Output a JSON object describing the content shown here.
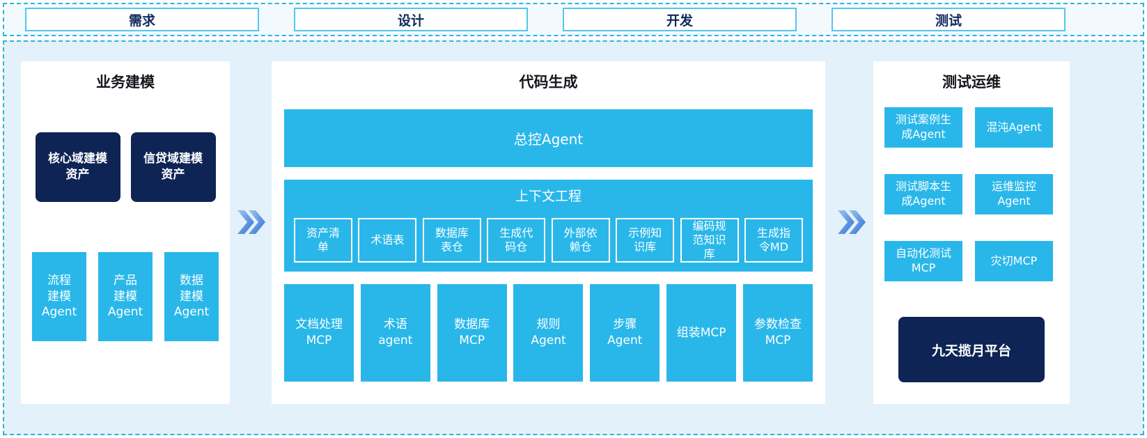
{
  "colors": {
    "cyan": "#29b7ea",
    "navy": "#0e2455",
    "area_bg": "#e3f1fa",
    "dashed_border": "#2ab5d9",
    "phase_border": "#55c4ee",
    "arrow_light": "#9fc6f1",
    "arrow_dark": "#2f6fd2"
  },
  "phases": [
    {
      "label": "需求"
    },
    {
      "label": "设计"
    },
    {
      "label": "开发"
    },
    {
      "label": "测试"
    }
  ],
  "business": {
    "title": "业务建模",
    "assets": [
      {
        "label": "核心域建模资产"
      },
      {
        "label": "信贷域建模资产"
      }
    ],
    "agents": [
      {
        "label": "流程建模Agent"
      },
      {
        "label": "产品建模Agent"
      },
      {
        "label": "数据建模Agent"
      }
    ]
  },
  "codegen": {
    "title": "代码生成",
    "master_agent": "总控Agent",
    "context": {
      "title": "上下文工程",
      "items": [
        {
          "label": "资产清单"
        },
        {
          "label": "术语表"
        },
        {
          "label": "数据库表仓"
        },
        {
          "label": "生成代码仓"
        },
        {
          "label": "外部依赖仓"
        },
        {
          "label": "示例知识库"
        },
        {
          "label": "编码规范知识库"
        },
        {
          "label": "生成指令MD"
        }
      ]
    },
    "tools": [
      {
        "label": "文档处理MCP"
      },
      {
        "label": "术语agent"
      },
      {
        "label": "数据库MCP"
      },
      {
        "label": "规则Agent"
      },
      {
        "label": "步骤Agent"
      },
      {
        "label": "组装MCP"
      },
      {
        "label": "参数检查MCP"
      }
    ]
  },
  "testops": {
    "title": "测试运维",
    "cells": [
      {
        "label": "测试案例生成Agent"
      },
      {
        "label": "混沌Agent"
      },
      {
        "label": "测试脚本生成Agent"
      },
      {
        "label": "运维监控Agent"
      },
      {
        "label": "自动化测试MCP"
      },
      {
        "label": "灾切MCP"
      }
    ],
    "platform": "九天揽月平台"
  },
  "icons": {
    "flow_arrow": "double-chevron-right"
  }
}
